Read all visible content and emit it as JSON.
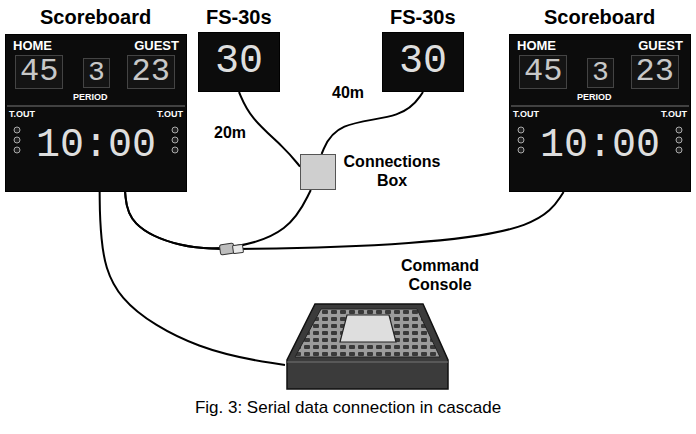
{
  "diagram": {
    "caption": "Fig. 3: Serial data connection in cascade",
    "nodes": [
      {
        "text": [
          "Scoreboard",
          "HOME",
          "GUEST",
          "45",
          "3",
          "23",
          "PERIOD",
          "T.OUT",
          "T.OUT",
          "10:00"
        ]
      },
      {
        "text": [
          "FS-30s",
          "30"
        ]
      },
      {
        "text": [
          "FS-30s",
          "30"
        ]
      },
      {
        "text": [
          "Scoreboard",
          "HOME",
          "GUEST",
          "45",
          "3",
          "23",
          "PERIOD",
          "T.OUT",
          "T.OUT",
          "10:00"
        ]
      },
      {
        "text": [
          "Connections Box"
        ]
      },
      {
        "text": [
          "Command Console"
        ]
      }
    ],
    "edges": [
      {
        "from": 1,
        "to": 4,
        "arrow": "none",
        "label": "20m"
      },
      {
        "from": 2,
        "to": 4,
        "arrow": "none",
        "label": "40m"
      },
      {
        "from": 0,
        "to": 4,
        "arrow": "none"
      },
      {
        "from": 0,
        "to": 3,
        "arrow": "none"
      },
      {
        "from": 5,
        "to": 0,
        "arrow": "none"
      }
    ]
  }
}
